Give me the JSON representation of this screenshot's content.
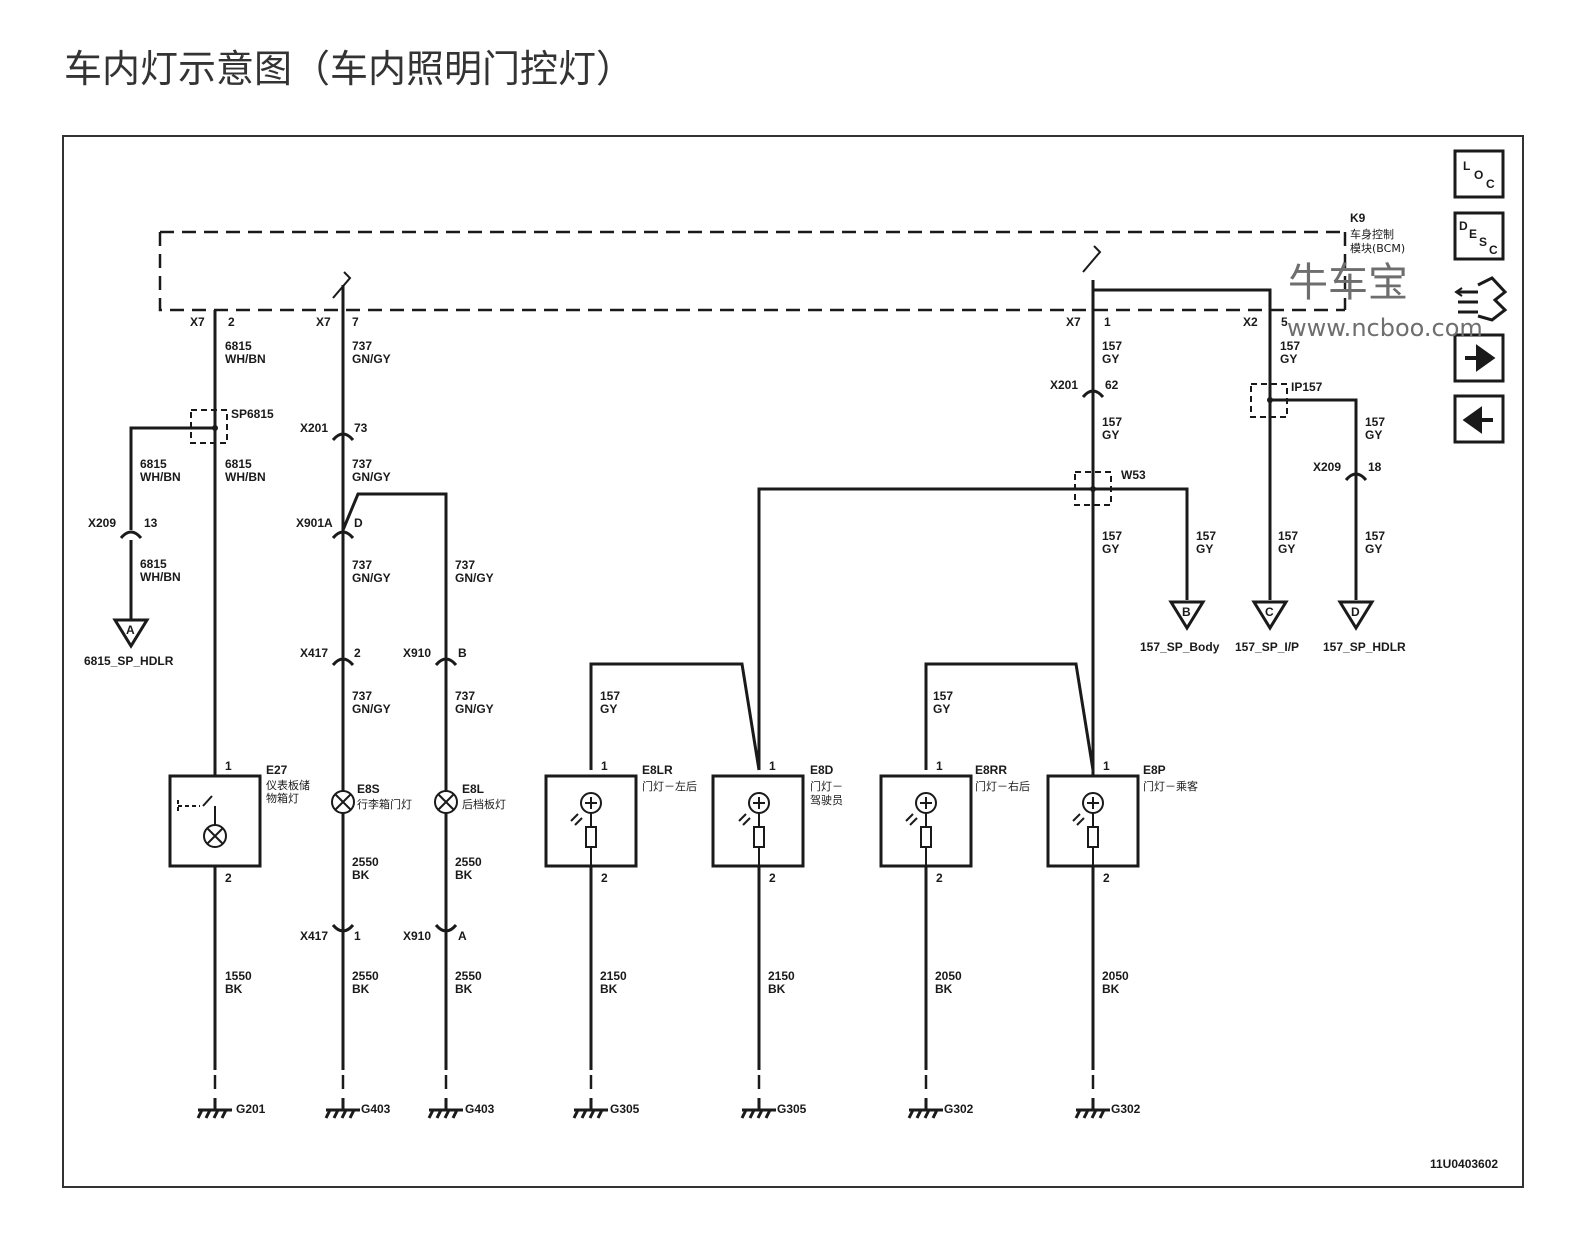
{
  "title": "车内灯示意图（车内照明门控灯）",
  "module": {
    "ref": "K9",
    "name_line1": "车身控制",
    "name_line2": "模块(BCM)"
  },
  "nav_icons": {
    "loc": [
      "L",
      "O",
      "C"
    ],
    "desc": [
      "D",
      "E",
      "S",
      "C"
    ],
    "items": [
      "loc-icon",
      "desc-icon",
      "harness-icon",
      "next-arrow-icon",
      "back-arrow-icon"
    ]
  },
  "watermark": {
    "line1": "牛车宝",
    "line2": "www.ncboo.com"
  },
  "diagram_id": "11U0403602",
  "connectors": {
    "x7_2": {
      "name": "X7",
      "pin": "2"
    },
    "x7_7": {
      "name": "X7",
      "pin": "7"
    },
    "x7_1": {
      "name": "X7",
      "pin": "1"
    },
    "x2_5": {
      "name": "X2",
      "pin": "5"
    },
    "x209_13": {
      "name": "X209",
      "pin": "13"
    },
    "x201_73": {
      "name": "X201",
      "pin": "73"
    },
    "x901a_d": {
      "name": "X901A",
      "pin": "D"
    },
    "x417_2": {
      "name": "X417",
      "pin": "2"
    },
    "x910_b": {
      "name": "X910",
      "pin": "B"
    },
    "x417_1": {
      "name": "X417",
      "pin": "1"
    },
    "x910_a": {
      "name": "X910",
      "pin": "A"
    },
    "x201_62": {
      "name": "X201",
      "pin": "62"
    },
    "x209_18": {
      "name": "X209",
      "pin": "18"
    }
  },
  "splices": {
    "sp6815": "SP6815",
    "w53": "W53",
    "ip157": "IP157"
  },
  "wires": {
    "w1": [
      "6815",
      "WH/BN"
    ],
    "w2": [
      "6815",
      "WH/BN"
    ],
    "w3": [
      "6815",
      "WH/BN"
    ],
    "w4": [
      "6815",
      "WH/BN"
    ],
    "w5": [
      "737",
      "GN/GY"
    ],
    "w6": [
      "737",
      "GN/GY"
    ],
    "w7": [
      "737",
      "GN/GY"
    ],
    "w8": [
      "737",
      "GN/GY"
    ],
    "w9": [
      "737",
      "GN/GY"
    ],
    "w10": [
      "737",
      "GN/GY"
    ],
    "w11": [
      "2550",
      "BK"
    ],
    "w12": [
      "2550",
      "BK"
    ],
    "w13": [
      "2550",
      "BK"
    ],
    "w14": [
      "2550",
      "BK"
    ],
    "w15": [
      "1550",
      "BK"
    ],
    "w16": [
      "157",
      "GY"
    ],
    "w17": [
      "157",
      "GY"
    ],
    "w18": [
      "157",
      "GY"
    ],
    "w19": [
      "157",
      "GY"
    ],
    "w20": [
      "157",
      "GY"
    ],
    "w21": [
      "157",
      "GY"
    ],
    "w22": [
      "157",
      "GY"
    ],
    "w23": [
      "157",
      "GY"
    ],
    "w24": [
      "157",
      "GY"
    ],
    "w25": [
      "157",
      "GY"
    ],
    "w26": [
      "2150",
      "BK"
    ],
    "w27": [
      "2150",
      "BK"
    ],
    "w28": [
      "2050",
      "BK"
    ],
    "w29": [
      "2050",
      "BK"
    ]
  },
  "offpage": {
    "a": {
      "letter": "A",
      "label": "6815_SP_HDLR"
    },
    "b": {
      "letter": "B",
      "label": "157_SP_Body"
    },
    "c": {
      "letter": "C",
      "label": "157_SP_I/P"
    },
    "d": {
      "letter": "D",
      "label": "157_SP_HDLR"
    }
  },
  "components": {
    "e27": {
      "ref": "E27",
      "name_line1": "仪表板储",
      "name_line2": "物箱灯",
      "pin_top": "1",
      "pin_bottom": "2"
    },
    "e8s": {
      "ref": "E8S",
      "name": "行李箱门灯"
    },
    "e8l": {
      "ref": "E8L",
      "name": "后档板灯"
    },
    "e8lr": {
      "ref": "E8LR",
      "name": "门灯－左后",
      "pin_top": "1",
      "pin_bottom": "2"
    },
    "e8d": {
      "ref": "E8D",
      "name_line1": "门灯－",
      "name_line2": "驾驶员",
      "pin_top": "1",
      "pin_bottom": "2"
    },
    "e8rr": {
      "ref": "E8RR",
      "name": "门灯－右后",
      "pin_top": "1",
      "pin_bottom": "2"
    },
    "e8p": {
      "ref": "E8P",
      "name": "门灯－乘客",
      "pin_top": "1",
      "pin_bottom": "2"
    }
  },
  "grounds": {
    "g1": "G201",
    "g2": "G403",
    "g3": "G403",
    "g4": "G305",
    "g5": "G305",
    "g6": "G302",
    "g7": "G302"
  }
}
